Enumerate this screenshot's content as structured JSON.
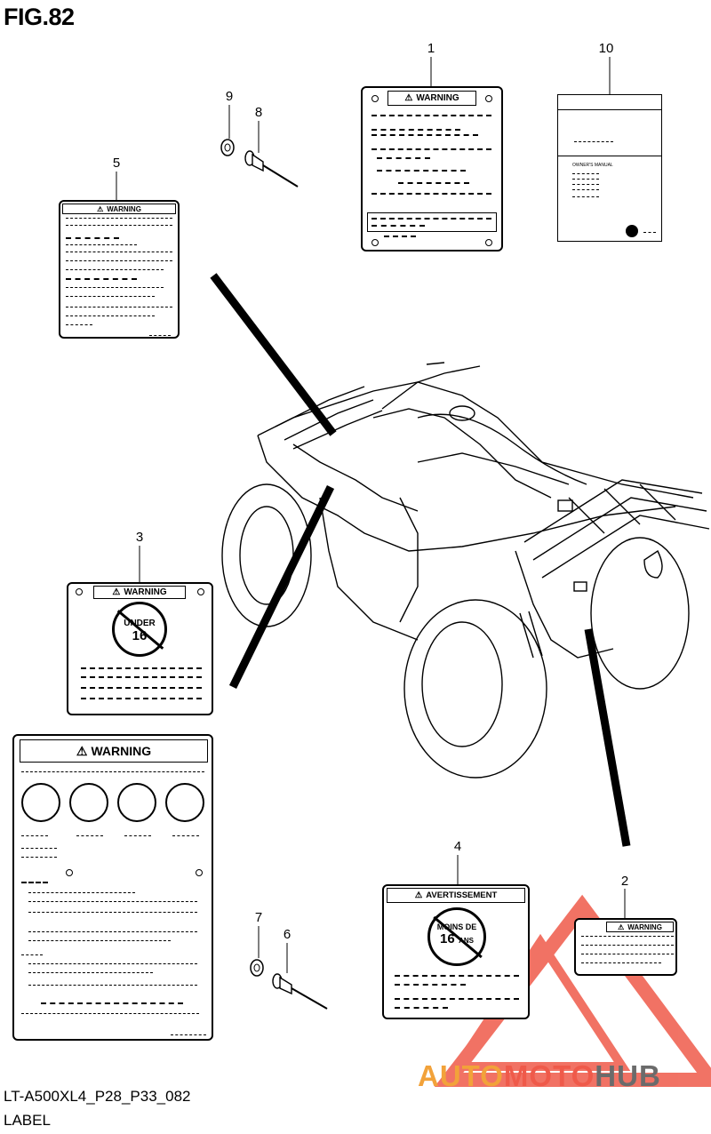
{
  "figure": {
    "title": "FIG.82",
    "code": "LT-A500XL4_P28_P33_082",
    "label": "LABEL"
  },
  "callouts": [
    "1",
    "2",
    "3",
    "4",
    "5",
    "6",
    "7",
    "8",
    "9",
    "10"
  ],
  "labels": {
    "warning_text": "WARNING",
    "avertissement_text": "AVERTISSEMENT",
    "under_line1": "UNDER",
    "under_line2": "16",
    "moins_line1": "MOINS DE",
    "moins_line2": "16",
    "moins_line3": "ANS",
    "manual_title": "OWNER'S MANUAL"
  },
  "watermark": {
    "auto": "AUTO",
    "moto": "MOTO",
    "hub": "HUB",
    "colors": {
      "red": "#ef5a4a",
      "orange": "#f2a23a",
      "gray": "#6b6b6b"
    }
  }
}
